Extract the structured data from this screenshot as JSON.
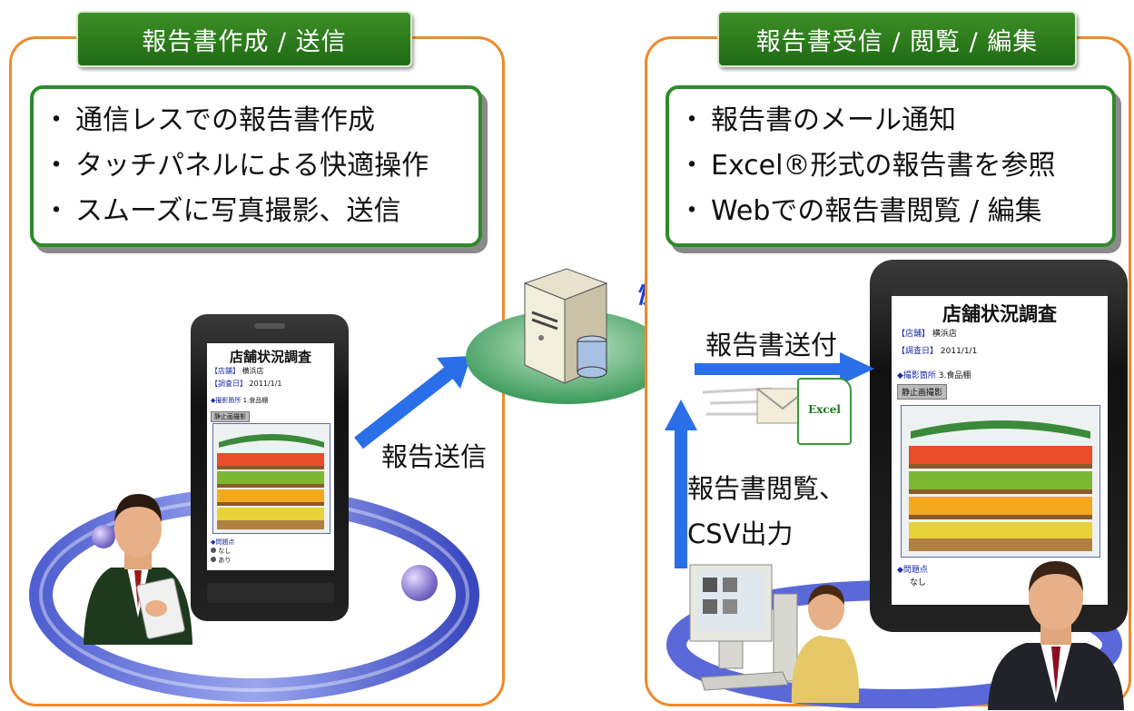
{
  "left": {
    "tab_title": "報告書作成 / 送信",
    "features": [
      "通信レスでの報告書作成",
      "タッチパネルによる快適操作",
      "スムーズに写真撮影、送信"
    ],
    "bullet": "・",
    "arrow_label": "報告送信",
    "phone_screen": {
      "title": "店舗状況調査",
      "store_label": "【店舗】",
      "store_value": "横浜店",
      "date_label": "【調査日】",
      "date_value": "2011/1/1",
      "shoot_label": "◆撮影箇所",
      "shoot_value": "1.食品棚",
      "button": "静止画撮影",
      "problem_label": "◆問題点",
      "options": [
        "なし",
        "あり"
      ]
    }
  },
  "right": {
    "tab_title": "報告書受信 / 閲覧 / 編集",
    "features": [
      "報告書のメール通知",
      "Excel®形式の報告書を参照",
      "Webでの報告書閲覧 / 編集"
    ],
    "bullet": "・",
    "send_label": "報告書送付",
    "view_label_line1": "報告書閲覧、",
    "view_label_line2": "CSV出力",
    "excel_label": "Excel",
    "tablet_screen": {
      "title": "店舗状況調査",
      "store_label": "【店舗】",
      "store_value": "横浜店",
      "date_label": "【調査日】",
      "date_value": "2011/1/1",
      "shoot_label": "◆撮影箇所",
      "shoot_value": "3.食品棚",
      "button": "静止画撮影",
      "problem_label": "◆問題点",
      "problem_value": "なし"
    }
  },
  "server": {
    "logo_text": "快作"
  },
  "colors": {
    "panel_border": "#ee8a2a",
    "tab_green": "#2e7d1e",
    "arrow_blue": "#2a6ee8",
    "feature_border": "#2f8a2a"
  }
}
